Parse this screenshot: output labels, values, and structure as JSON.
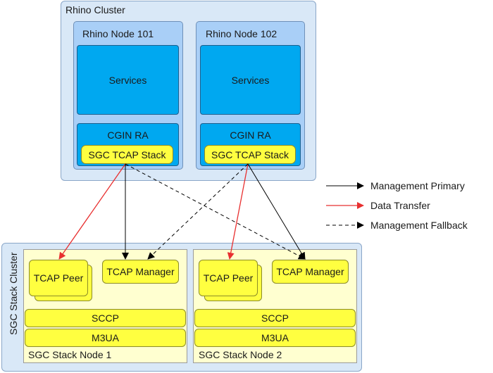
{
  "rhino_cluster": {
    "title": "Rhino Cluster",
    "nodes": [
      {
        "title": "Rhino Node 101",
        "services": "Services",
        "cgin": "CGIN RA",
        "stack": "SGC TCAP Stack"
      },
      {
        "title": "Rhino Node 102",
        "services": "Services",
        "cgin": "CGIN RA",
        "stack": "SGC TCAP Stack"
      }
    ]
  },
  "sgc_cluster": {
    "title": "SGC Stack Cluster",
    "nodes": [
      {
        "title": "SGC Stack Node 1",
        "peer": "TCAP Peer",
        "manager": "TCAP Manager",
        "sccp": "SCCP",
        "m3ua": "M3UA"
      },
      {
        "title": "SGC Stack Node 2",
        "peer": "TCAP Peer",
        "manager": "TCAP Manager",
        "sccp": "SCCP",
        "m3ua": "M3UA"
      }
    ]
  },
  "legend": {
    "primary": "Management Primary",
    "data": "Data Transfer",
    "fallback": "Management Fallback"
  },
  "colors": {
    "primary": "#000000",
    "data": "#e83030",
    "fallback": "#000000"
  }
}
